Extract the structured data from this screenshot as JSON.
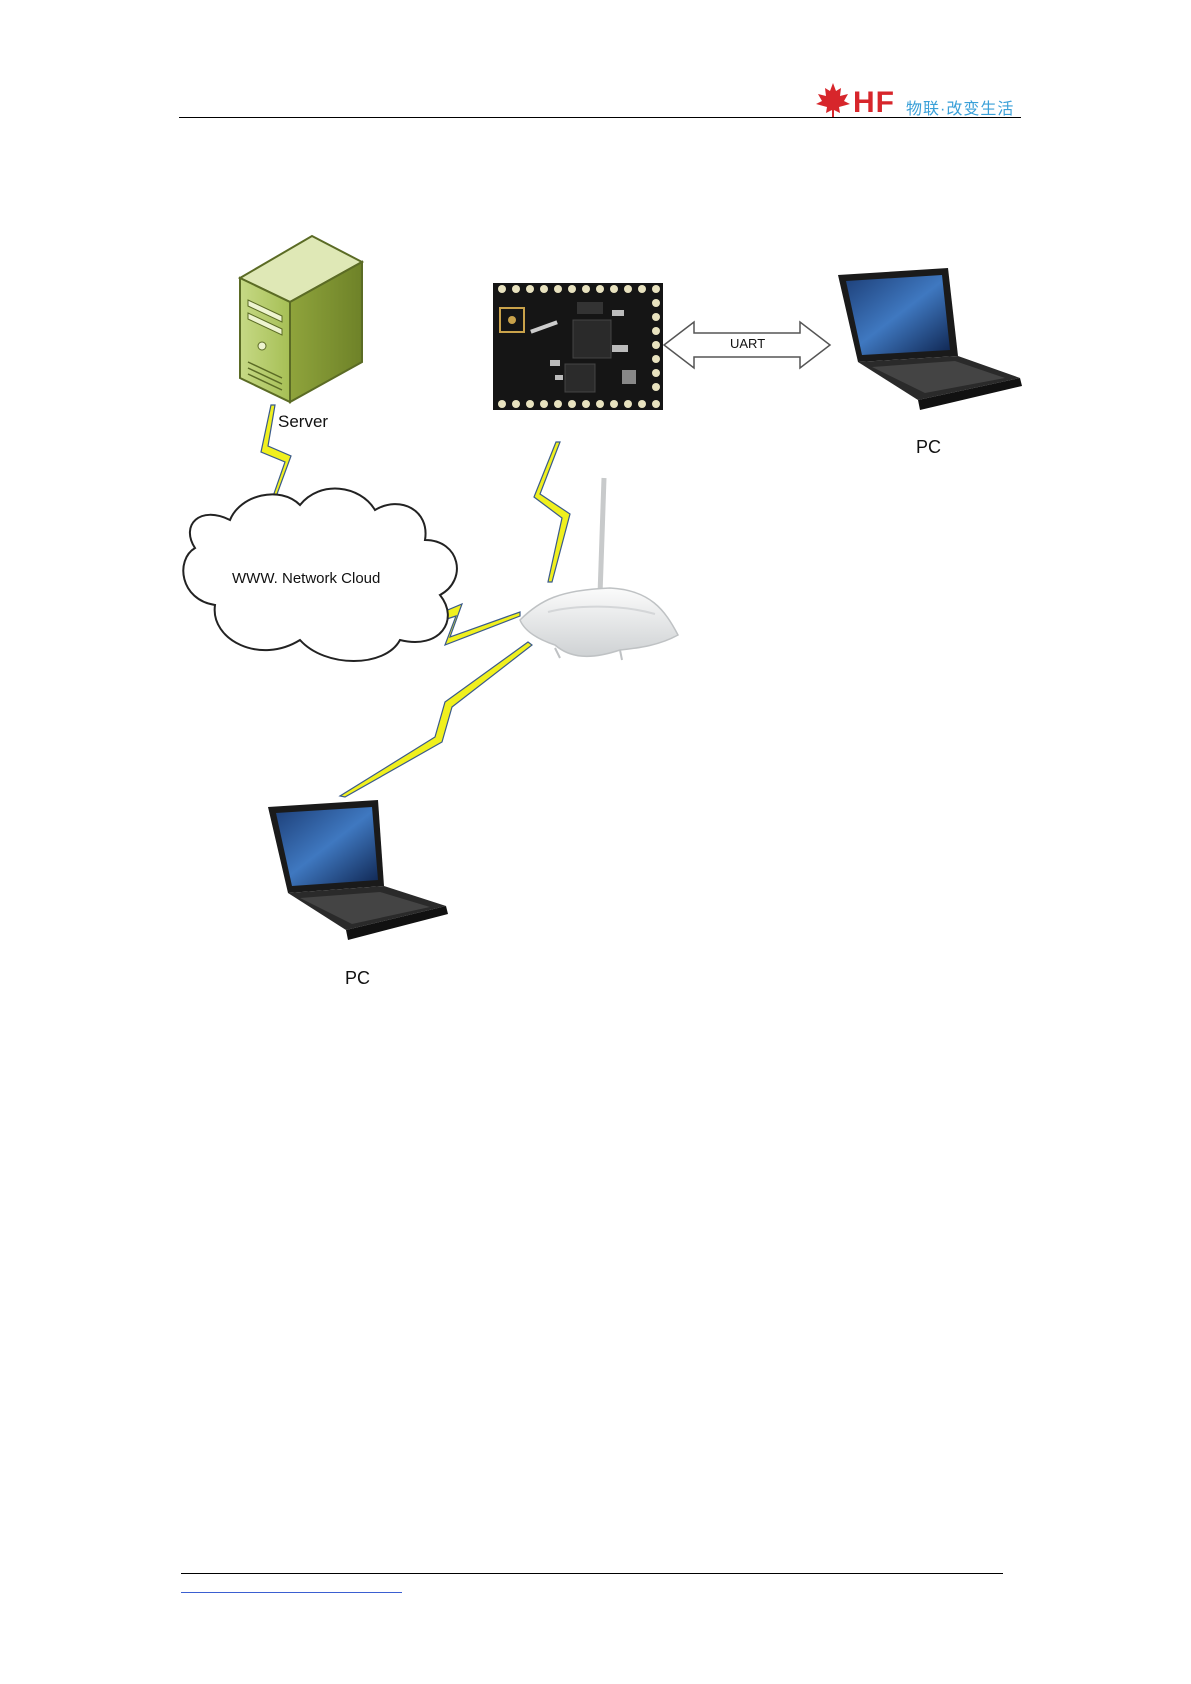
{
  "header": {
    "brand": "HF",
    "slogan": "物联·改变生活"
  },
  "diagram": {
    "server_label": "Server",
    "cloud_label": "WWW. Network Cloud",
    "uart_label": "UART",
    "pc_top_label": "PC",
    "pc_bottom_label": "PC"
  }
}
